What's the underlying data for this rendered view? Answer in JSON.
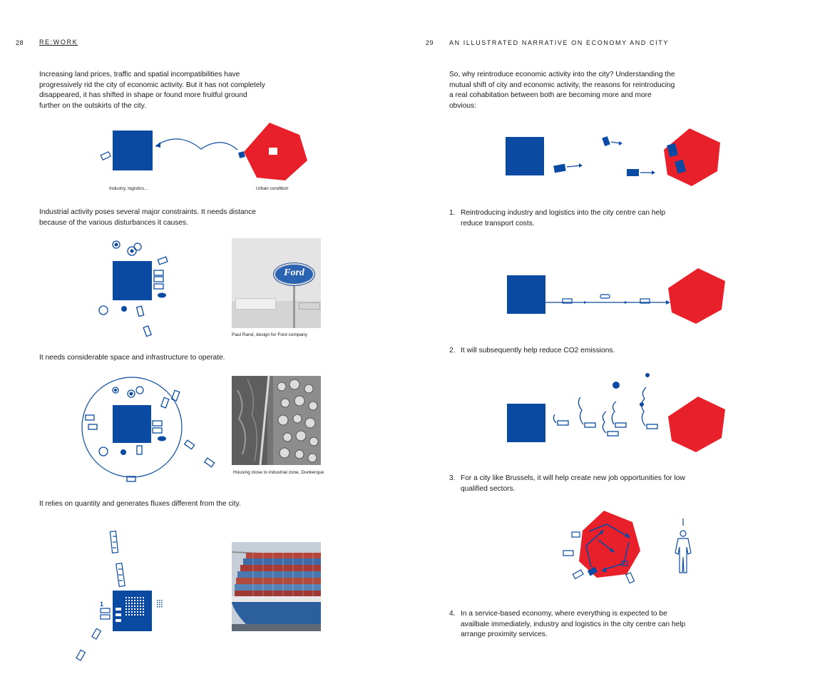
{
  "left_page": {
    "page_number": "28",
    "running_head": "RE:WORK",
    "intro_text": "Increasing land prices, traffic and spatial incompatibilities have progressively rid the city of economic activity. But it has not completely disappeared, it has shifted in shape or found more fruitful ground further on the outskirts of the city.",
    "diagram1": {
      "label_left": "Industry, logistics...",
      "label_right": "Urban condition"
    },
    "text_constraints": "Industrial activity poses several major constraints. It needs distance because of the various disturbances it causes.",
    "photo1_caption": "Paul Rand, design for Ford company",
    "photo1_logo_text": "Ford",
    "text_space": "It needs considerable space and infrastructure to operate.",
    "photo2_caption": "Housing close to industrial zone, Dunkerque",
    "text_quantity": "It relies on quantity and generates fluxes different from the city.",
    "diagram4_badge": "1"
  },
  "right_page": {
    "page_number": "29",
    "running_head": "AN ILLUSTRATED NARRATIVE ON ECONOMY AND CITY",
    "intro_text": "So, why reintroduce economic activity into the city? Understanding the mutual shift of city and economic activity, the reasons for reintroducing a real cohabitation between both are becoming more and more obvious:",
    "points": [
      {
        "number": "1.",
        "text": "Reintroducing industry and logistics into the city centre can help reduce transport costs."
      },
      {
        "number": "2.",
        "text": "It will subsequently help reduce CO2 emissions."
      },
      {
        "number": "3.",
        "text": "For a city like Brussels, it will help create new job opportunities for low qualified sectors."
      },
      {
        "number": "4.",
        "text": "In a service-based economy, where everything is expected to be availbale immediately, industry and logistics in the city centre can help arrange proximity services."
      }
    ]
  },
  "colors": {
    "blue": "#0b4aa2",
    "red": "#e8202a",
    "text": "#1a1a1a"
  }
}
